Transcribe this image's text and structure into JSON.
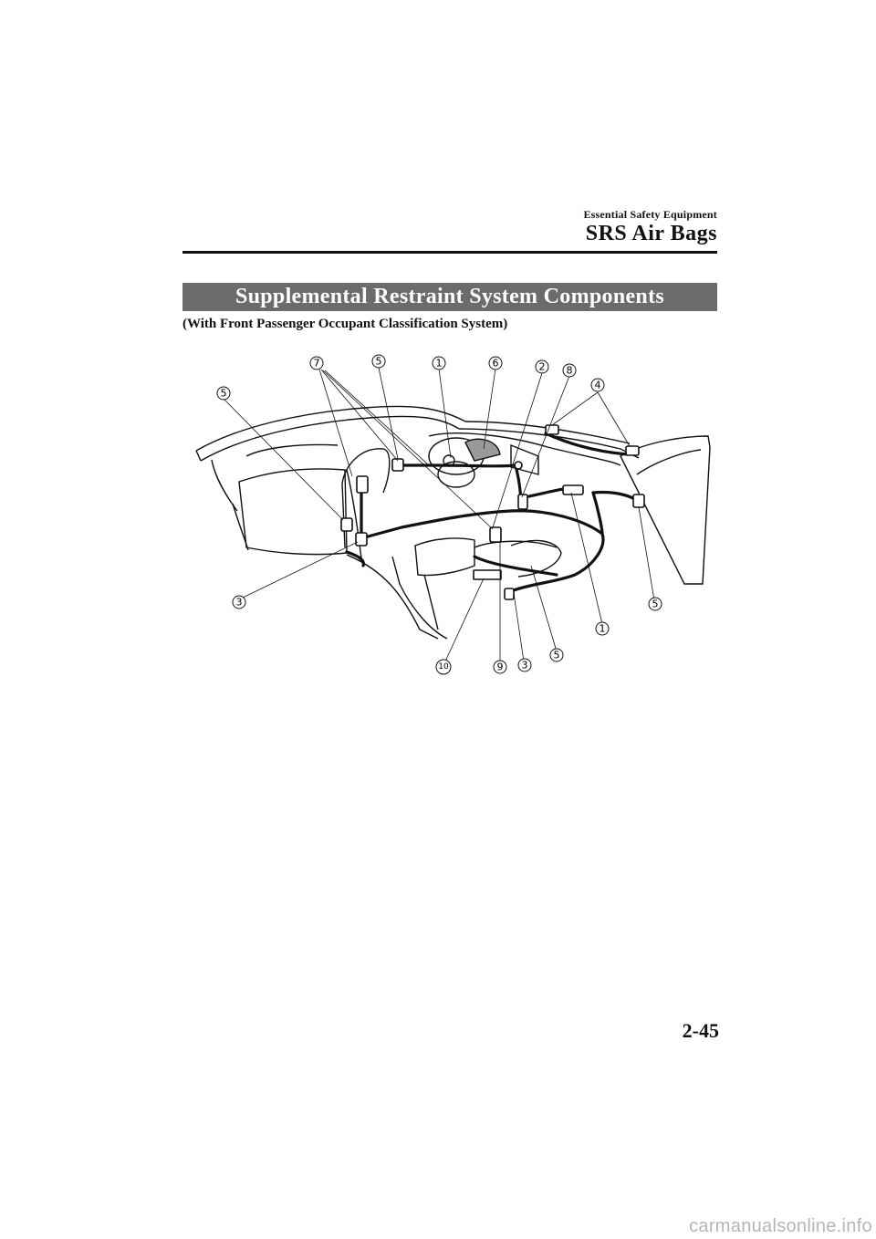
{
  "header": {
    "section_label": "Essential Safety Equipment",
    "chapter_title": "SRS Air Bags"
  },
  "banner": {
    "title": "Supplemental Restraint System Components"
  },
  "subtitle": "(With Front Passenger Occupant Classification System)",
  "diagram": {
    "callouts": [
      "1",
      "2",
      "3",
      "4",
      "5",
      "6",
      "7",
      "8",
      "9",
      "10"
    ]
  },
  "footer": {
    "page_number": "2-45"
  },
  "watermark": "carmanualsonline.info"
}
